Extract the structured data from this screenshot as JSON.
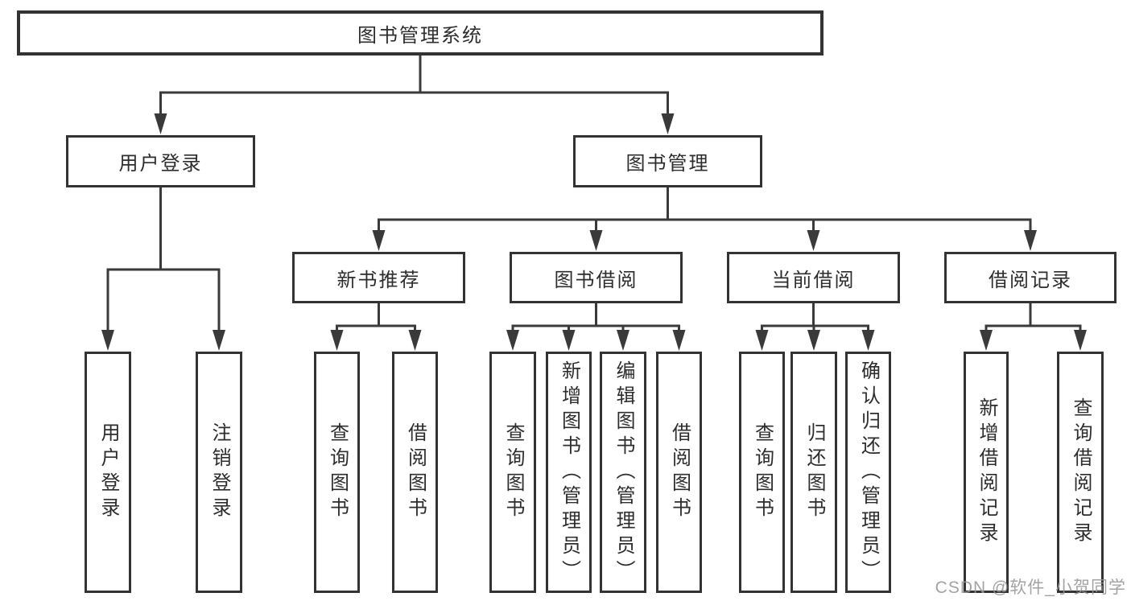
{
  "diagram": {
    "title": "图书管理系统",
    "nodes": [
      {
        "id": "root",
        "label": "图书管理系统",
        "orientation": "horizontal"
      },
      {
        "id": "user-login",
        "label": "用户登录",
        "orientation": "horizontal"
      },
      {
        "id": "book-mgmt",
        "label": "图书管理",
        "orientation": "horizontal"
      },
      {
        "id": "new-book-rec",
        "label": "新书推荐",
        "orientation": "horizontal"
      },
      {
        "id": "book-borrow",
        "label": "图书借阅",
        "orientation": "horizontal"
      },
      {
        "id": "current-borrow",
        "label": "当前借阅",
        "orientation": "horizontal"
      },
      {
        "id": "borrow-records",
        "label": "借阅记录",
        "orientation": "horizontal"
      },
      {
        "id": "leaf-user-login",
        "label": "用户登录",
        "orientation": "vertical"
      },
      {
        "id": "leaf-logout",
        "label": "注销登录",
        "orientation": "vertical"
      },
      {
        "id": "leaf-query-books-rec",
        "label": "查询图书",
        "orientation": "vertical"
      },
      {
        "id": "leaf-borrow-books-rec",
        "label": "借阅图书",
        "orientation": "vertical"
      },
      {
        "id": "leaf-query-books-borrow",
        "label": "查询图书",
        "orientation": "vertical"
      },
      {
        "id": "leaf-add-books",
        "label": "新增图书（管理员）",
        "orientation": "vertical"
      },
      {
        "id": "leaf-edit-books",
        "label": "编辑图书（管理员）",
        "orientation": "vertical"
      },
      {
        "id": "leaf-borrow-books-borrow",
        "label": "借阅图书",
        "orientation": "vertical"
      },
      {
        "id": "leaf-query-books-current",
        "label": "查询图书",
        "orientation": "vertical"
      },
      {
        "id": "leaf-return-books",
        "label": "归还图书",
        "orientation": "vertical"
      },
      {
        "id": "leaf-confirm-return",
        "label": "确认归还（管理员）",
        "orientation": "vertical"
      },
      {
        "id": "leaf-add-borrow-record",
        "label": "新增借阅记录",
        "orientation": "vertical"
      },
      {
        "id": "leaf-query-borrow-record",
        "label": "查询借阅记录",
        "orientation": "vertical"
      }
    ],
    "hierarchy": {
      "root": [
        "user-login",
        "book-mgmt"
      ],
      "user-login": [
        "leaf-user-login",
        "leaf-logout"
      ],
      "book-mgmt": [
        "new-book-rec",
        "book-borrow",
        "current-borrow",
        "borrow-records"
      ],
      "new-book-rec": [
        "leaf-query-books-rec",
        "leaf-borrow-books-rec"
      ],
      "book-borrow": [
        "leaf-query-books-borrow",
        "leaf-add-books",
        "leaf-edit-books",
        "leaf-borrow-books-borrow"
      ],
      "current-borrow": [
        "leaf-query-books-current",
        "leaf-return-books",
        "leaf-confirm-return"
      ],
      "borrow-records": [
        "leaf-add-borrow-record",
        "leaf-query-borrow-record"
      ]
    }
  },
  "colors": {
    "box_border": "#333333",
    "connector_line": "#3a3a3a",
    "text": "#2d2d2d",
    "watermark": "#969696"
  },
  "watermark": {
    "text": "CSDN @软件_小贺同学"
  }
}
